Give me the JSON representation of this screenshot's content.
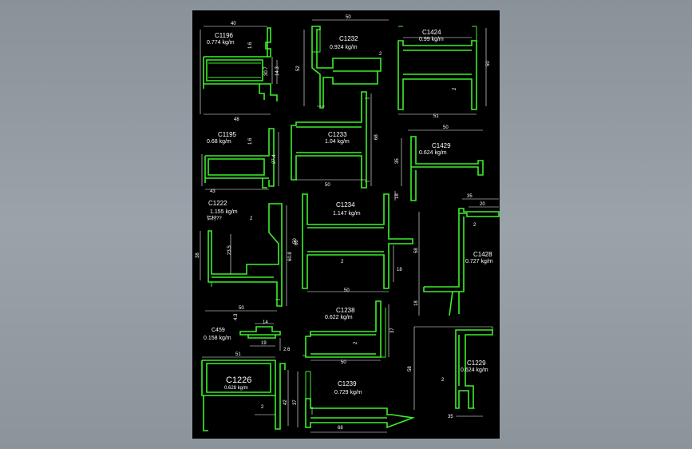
{
  "profiles": [
    {
      "id": "p1",
      "code": "C1196",
      "weight": "0.774 kg/m",
      "dims": [
        "40",
        "48",
        "1.6",
        "30.7",
        "14.3"
      ]
    },
    {
      "id": "p2",
      "code": "C1232",
      "weight": "0.924 kg/m",
      "dims": [
        "50",
        "52",
        "2"
      ]
    },
    {
      "id": "p3",
      "code": "C1424",
      "weight": "0.99 kg/m",
      "dims": [
        "50",
        "51",
        "2"
      ]
    },
    {
      "id": "p4",
      "code": "C1195",
      "weight": "0.68 kg/m",
      "dims": [
        "1.6",
        "27.4",
        "43"
      ]
    },
    {
      "id": "p5",
      "code": "C1233",
      "weight": "1.04 kg/m",
      "dims": [
        "68",
        "50"
      ]
    },
    {
      "id": "p6",
      "code": "C1429",
      "weight": "0.624 kg/m",
      "dims": [
        "50",
        "35",
        "18"
      ]
    },
    {
      "id": "p7",
      "code": "C1222",
      "weight": "1.155 kg/m",
      "note": "铝材??",
      "dims": [
        "2",
        "23.5",
        "38",
        "50",
        "4.3",
        "60.8",
        "50"
      ]
    },
    {
      "id": "p8",
      "code": "C1234",
      "weight": "1.147 kg/m",
      "dims": [
        "60",
        "2",
        "18",
        "50"
      ]
    },
    {
      "id": "p9",
      "code": "C1428",
      "weight": "0.727 kg/m",
      "dims": [
        "35",
        "20",
        "2",
        "58",
        "18"
      ]
    },
    {
      "id": "p10",
      "code": "C459",
      "weight": "0.158 kg/m",
      "dims": [
        "14",
        "19",
        "2.6"
      ]
    },
    {
      "id": "p11",
      "code": "C1238",
      "weight": "0.622 kg/m",
      "dims": [
        "2",
        "37",
        "50"
      ]
    },
    {
      "id": "p12",
      "code": "C1229",
      "weight": "0.624 kg/m",
      "dims": [
        "58",
        "2",
        "35"
      ]
    },
    {
      "id": "p13",
      "code": "C1226",
      "weight": "0.628 kg/m",
      "dims": [
        "51",
        "2",
        "42"
      ]
    },
    {
      "id": "p14",
      "code": "C1239",
      "weight": "0.729 kg/m",
      "dims": [
        "37",
        "68"
      ]
    }
  ]
}
